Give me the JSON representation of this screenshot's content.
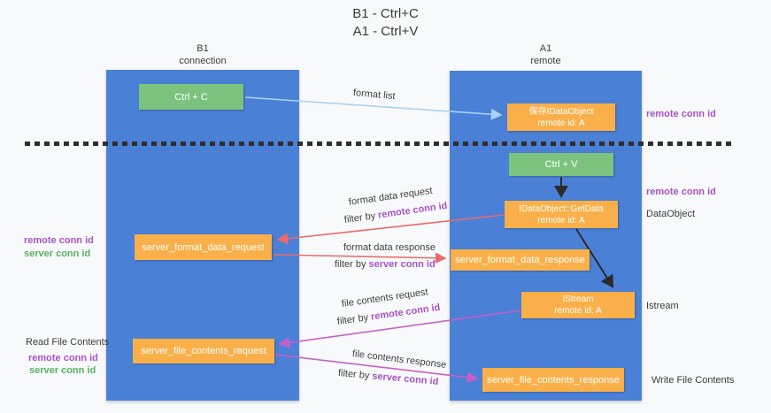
{
  "title": {
    "line1": "B1 - Ctrl+C",
    "line2": "A1 - Ctrl+V"
  },
  "lanes": {
    "left": {
      "title": "B1",
      "subtitle": "connection"
    },
    "right": {
      "title": "A1",
      "subtitle": "remote"
    }
  },
  "nodes": {
    "ctrl_c": "Ctrl + C",
    "save": {
      "line1": "保存IDataObject",
      "line2": "remote id: A"
    },
    "ctrl_v": "Ctrl + V",
    "getdata": {
      "line1": "IDataObject::GetData",
      "line2": "remote id: A"
    },
    "format_request": "server_format_data_request",
    "format_response": "server_format_data_response",
    "istream": {
      "line1": "IStream",
      "line2": "remote id: A"
    },
    "file_request": "server_file_contents_request",
    "file_response": "server_file_contents_response"
  },
  "annotations": {
    "format_list": "format list",
    "format_data_request": "format data request",
    "format_request_filter": {
      "prefix": "filter by ",
      "highlight": "remote conn id"
    },
    "format_data_response": "format data response",
    "format_response_filter": {
      "prefix": "filter by ",
      "highlight": "server conn id"
    },
    "file_contents_request": "file contents request",
    "file_request_filter": {
      "prefix": "filter by ",
      "highlight": "remote conn id"
    },
    "file_contents_response": "file contents response",
    "file_response_filter": {
      "prefix": "filter by ",
      "highlight": "server conn id"
    }
  },
  "side_labels": {
    "remote_conn_top": "remote conn id",
    "remote_conn_mid": "remote conn id",
    "dataobject": "DataObject",
    "istream": "Istream",
    "write_file": "Write File Contents",
    "read_file": "Read File Contents",
    "left1_remote": "remote conn id",
    "left1_server": "server conn id",
    "left2_remote": "remote conn id",
    "left2_server": "server conn id"
  },
  "colors": {
    "lane_blue": "#4a80d6",
    "box_orange": "#f9b04a",
    "box_green": "#7cc47d",
    "arrow_blue": "#a9d3f2",
    "arrow_red": "#e96b6b",
    "arrow_magenta": "#c85fc8",
    "text_purple": "#a652c6",
    "text_green": "#57b15f",
    "divider_black": "#2e2e2e"
  }
}
